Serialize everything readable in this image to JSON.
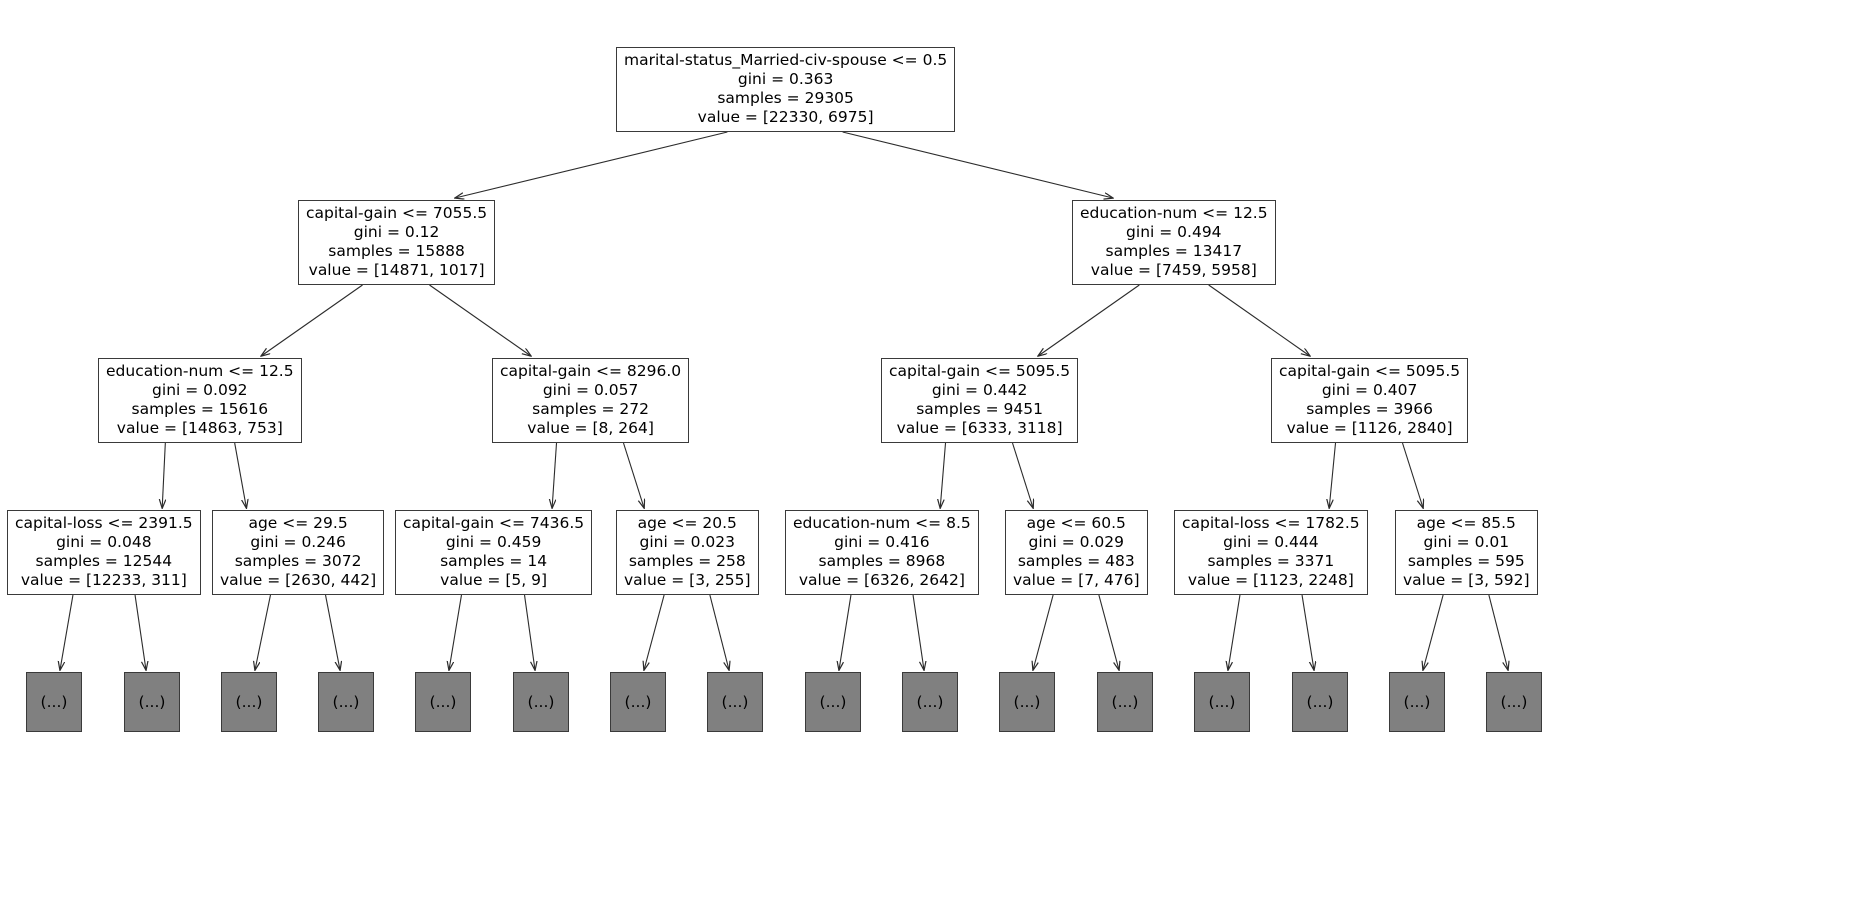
{
  "figure": {
    "type": "decision-tree",
    "title": "",
    "background_color": "#ffffff",
    "node_fill": "#ffffff",
    "leaf_fill": "#808080",
    "border_color": "#3a3a3a",
    "leaf_label": "(...)"
  },
  "chart_data": {
    "type": "tree",
    "criterion": "gini",
    "n_classes": 2,
    "depth_shown": 4,
    "truncated_leaf_text": "(...)",
    "nodes": [
      {
        "id": 0,
        "depth": 0,
        "condition": "marital-status_Married-civ-spouse <= 0.5",
        "gini": "gini = 0.363",
        "samples": "samples = 29305",
        "value": "value = [22330, 6975]",
        "gini_num": 0.363,
        "samples_num": 29305,
        "value_num": [
          22330,
          6975
        ],
        "children": [
          1,
          8
        ]
      },
      {
        "id": 1,
        "depth": 1,
        "condition": "capital-gain <= 7055.5",
        "gini": "gini = 0.12",
        "samples": "samples = 15888",
        "value": "value = [14871, 1017]",
        "gini_num": 0.12,
        "samples_num": 15888,
        "value_num": [
          14871,
          1017
        ],
        "children": [
          2,
          5
        ]
      },
      {
        "id": 8,
        "depth": 1,
        "condition": "education-num <= 12.5",
        "gini": "gini = 0.494",
        "samples": "samples = 13417",
        "value": "value = [7459, 5958]",
        "gini_num": 0.494,
        "samples_num": 13417,
        "value_num": [
          7459,
          5958
        ],
        "children": [
          9,
          12
        ]
      },
      {
        "id": 2,
        "depth": 2,
        "condition": "education-num <= 12.5",
        "gini": "gini = 0.092",
        "samples": "samples = 15616",
        "value": "value = [14863, 753]",
        "gini_num": 0.092,
        "samples_num": 15616,
        "value_num": [
          14863,
          753
        ],
        "children": [
          3,
          4
        ]
      },
      {
        "id": 5,
        "depth": 2,
        "condition": "capital-gain <= 8296.0",
        "gini": "gini = 0.057",
        "samples": "samples = 272",
        "value": "value = [8, 264]",
        "gini_num": 0.057,
        "samples_num": 272,
        "value_num": [
          8,
          264
        ],
        "children": [
          6,
          7
        ]
      },
      {
        "id": 9,
        "depth": 2,
        "condition": "capital-gain <= 5095.5",
        "gini": "gini = 0.442",
        "samples": "samples = 9451",
        "value": "value = [6333, 3118]",
        "gini_num": 0.442,
        "samples_num": 9451,
        "value_num": [
          6333,
          3118
        ],
        "children": [
          10,
          11
        ]
      },
      {
        "id": 12,
        "depth": 2,
        "condition": "capital-gain <= 5095.5",
        "gini": "gini = 0.407",
        "samples": "samples = 3966",
        "value": "value = [1126, 2840]",
        "gini_num": 0.407,
        "samples_num": 3966,
        "value_num": [
          1126,
          2840
        ],
        "children": [
          13,
          14
        ]
      },
      {
        "id": 3,
        "depth": 3,
        "condition": "capital-loss <= 2391.5",
        "gini": "gini = 0.048",
        "samples": "samples = 12544",
        "value": "value = [12233, 311]",
        "gini_num": 0.048,
        "samples_num": 12544,
        "value_num": [
          12233,
          311
        ],
        "children": []
      },
      {
        "id": 4,
        "depth": 3,
        "condition": "age <= 29.5",
        "gini": "gini = 0.246",
        "samples": "samples = 3072",
        "value": "value = [2630, 442]",
        "gini_num": 0.246,
        "samples_num": 3072,
        "value_num": [
          2630,
          442
        ],
        "children": []
      },
      {
        "id": 6,
        "depth": 3,
        "condition": "capital-gain <= 7436.5",
        "gini": "gini = 0.459",
        "samples": "samples = 14",
        "value": "value = [5, 9]",
        "gini_num": 0.459,
        "samples_num": 14,
        "value_num": [
          5,
          9
        ],
        "children": []
      },
      {
        "id": 7,
        "depth": 3,
        "condition": "age <= 20.5",
        "gini": "gini = 0.023",
        "samples": "samples = 258",
        "value": "value = [3, 255]",
        "gini_num": 0.023,
        "samples_num": 258,
        "value_num": [
          3,
          255
        ],
        "children": []
      },
      {
        "id": 10,
        "depth": 3,
        "condition": "education-num <= 8.5",
        "gini": "gini = 0.416",
        "samples": "samples = 8968",
        "value": "value = [6326, 2642]",
        "gini_num": 0.416,
        "samples_num": 8968,
        "value_num": [
          6326,
          2642
        ],
        "children": []
      },
      {
        "id": 11,
        "depth": 3,
        "condition": "age <= 60.5",
        "gini": "gini = 0.029",
        "samples": "samples = 483",
        "value": "value = [7, 476]",
        "gini_num": 0.029,
        "samples_num": 483,
        "value_num": [
          7,
          476
        ],
        "children": []
      },
      {
        "id": 13,
        "depth": 3,
        "condition": "capital-loss <= 1782.5",
        "gini": "gini = 0.444",
        "samples": "samples = 3371",
        "value": "value = [1123, 2248]",
        "gini_num": 0.444,
        "samples_num": 3371,
        "value_num": [
          1123,
          2248
        ],
        "children": []
      },
      {
        "id": 14,
        "depth": 3,
        "condition": "age <= 85.5",
        "gini": "gini = 0.01",
        "samples": "samples = 595",
        "value": "value = [3, 592]",
        "gini_num": 0.01,
        "samples_num": 595,
        "value_num": [
          3,
          592
        ],
        "children": []
      }
    ],
    "leaves": [
      {
        "id": "L1",
        "label": "(...)"
      },
      {
        "id": "L2",
        "label": "(...)"
      },
      {
        "id": "L3",
        "label": "(...)"
      },
      {
        "id": "L4",
        "label": "(...)"
      },
      {
        "id": "L5",
        "label": "(...)"
      },
      {
        "id": "L6",
        "label": "(...)"
      },
      {
        "id": "L7",
        "label": "(...)"
      },
      {
        "id": "L8",
        "label": "(...)"
      },
      {
        "id": "L9",
        "label": "(...)"
      },
      {
        "id": "L10",
        "label": "(...)"
      },
      {
        "id": "L11",
        "label": "(...)"
      },
      {
        "id": "L12",
        "label": "(...)"
      },
      {
        "id": "L13",
        "label": "(...)"
      },
      {
        "id": "L14",
        "label": "(...)"
      },
      {
        "id": "L15",
        "label": "(...)"
      },
      {
        "id": "L16",
        "label": "(...)"
      }
    ]
  }
}
